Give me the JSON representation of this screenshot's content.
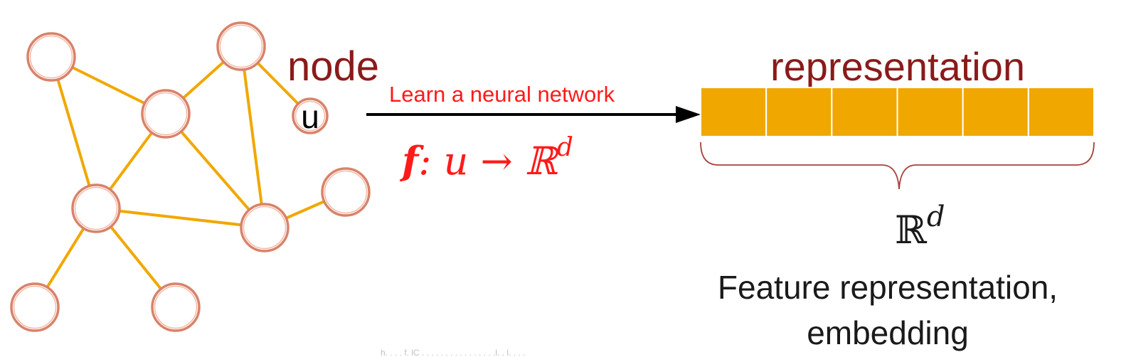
{
  "graph": {
    "special_node_label": "u",
    "colors": {
      "edge": "#f0a800",
      "node_stroke": "#d9826a",
      "node_inner": "#f4b9a4"
    }
  },
  "labels": {
    "node": "node",
    "arrow_caption": "Learn a neural network",
    "function_f": "f",
    "function_rest": ": u → ℝ",
    "function_sup": "d",
    "representation": "representation",
    "rd_main": "ℝ",
    "rd_sup": "d",
    "feature_line1": "Feature representation,",
    "feature_line2": "embedding",
    "footer": "h. . . . f. lC . . . . . . . . . . . . . . . .l. . l. . . ."
  },
  "colors": {
    "dark_red": "#8b1a1a",
    "bright_red": "#ff1a1a",
    "vector_cell": "#f0a800",
    "brace": "#a8403a",
    "text_dark": "#1a1a1a"
  },
  "embedding": {
    "cells": 6
  }
}
